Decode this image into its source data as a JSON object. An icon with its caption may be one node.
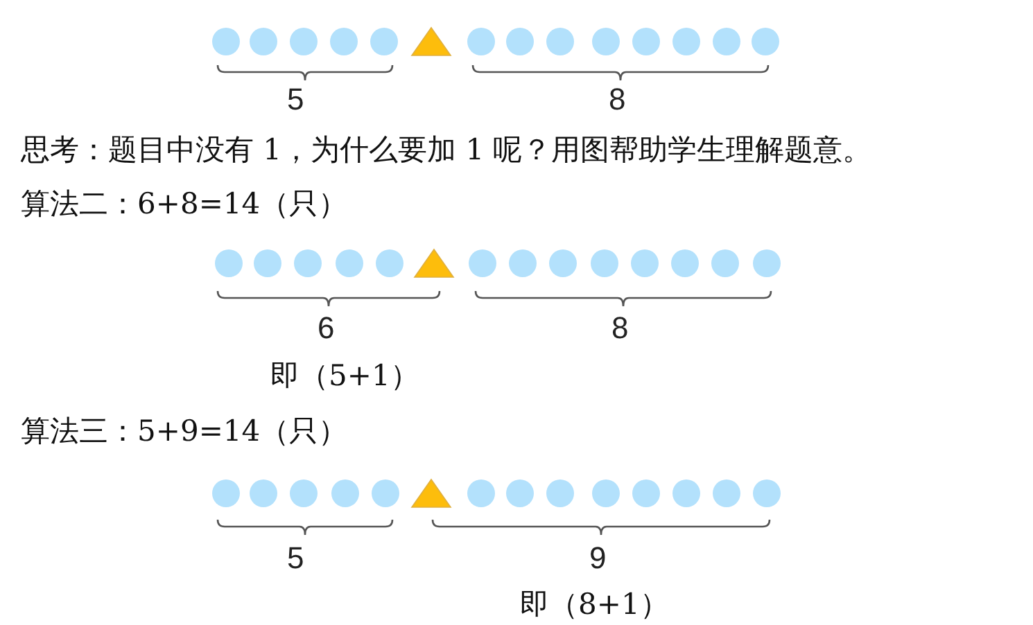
{
  "diagram": {
    "labels": [
      "5",
      "8",
      "思考：题目中没有 1，为什么要加 1 呢？用图帮助学生理解题意。",
      "算法二：6+8=14（只）",
      "6",
      "8",
      "即（5+1）",
      "算法三：5+9=14（只）",
      "5",
      "9",
      "即（8+1）"
    ]
  }
}
